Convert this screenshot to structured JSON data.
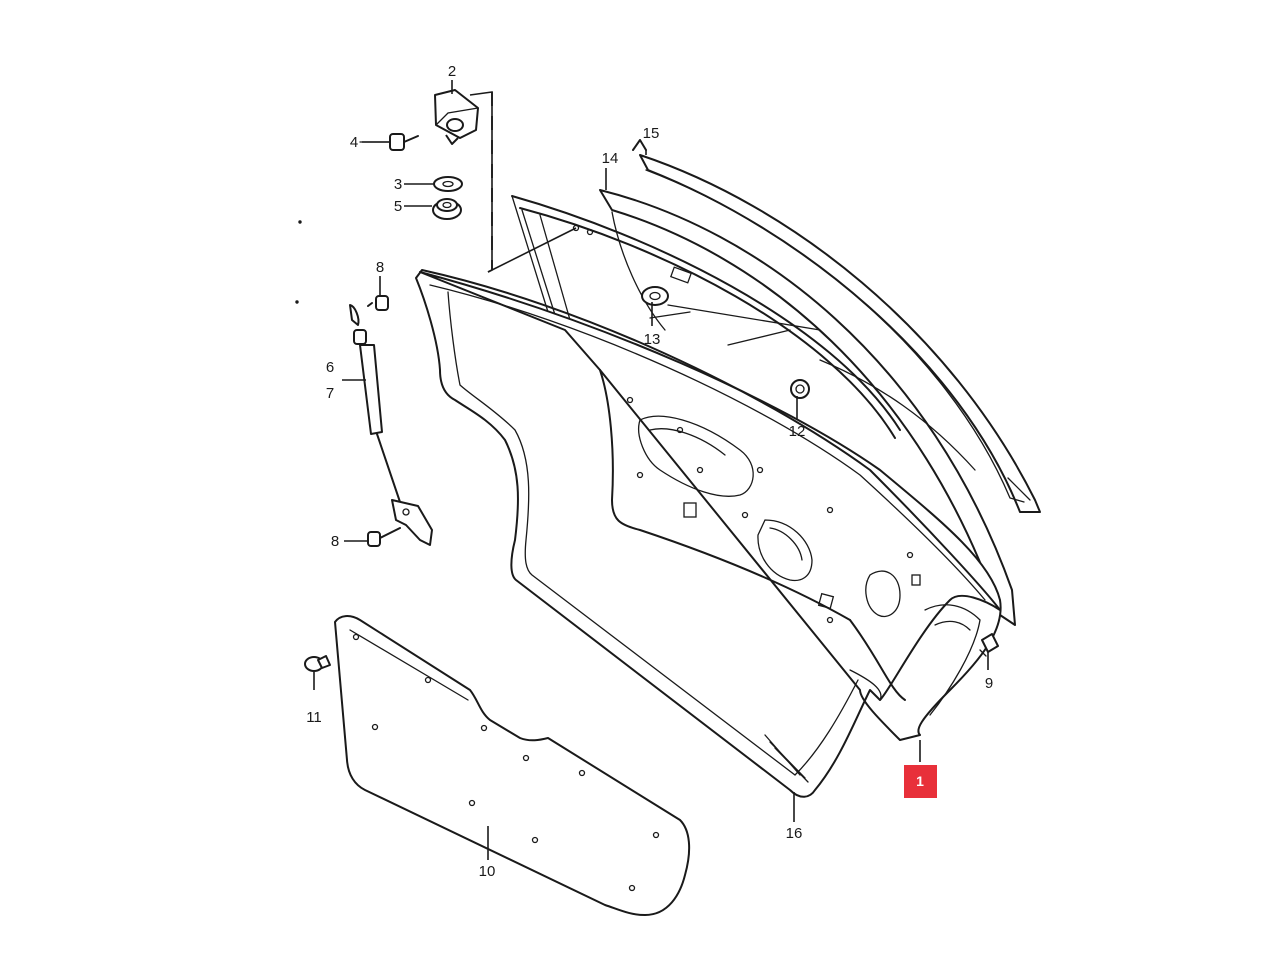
{
  "diagram": {
    "labels": {
      "p1": "1",
      "p2": "2",
      "p3": "3",
      "p4": "4",
      "p5": "5",
      "p6": "6",
      "p7": "7",
      "p8a": "8",
      "p8b": "8",
      "p9": "9",
      "p10": "10",
      "p11": "11",
      "p12": "12",
      "p13": "13",
      "p14": "14",
      "p15": "15",
      "p16": "16"
    },
    "highlight_color": "#e8303a"
  }
}
